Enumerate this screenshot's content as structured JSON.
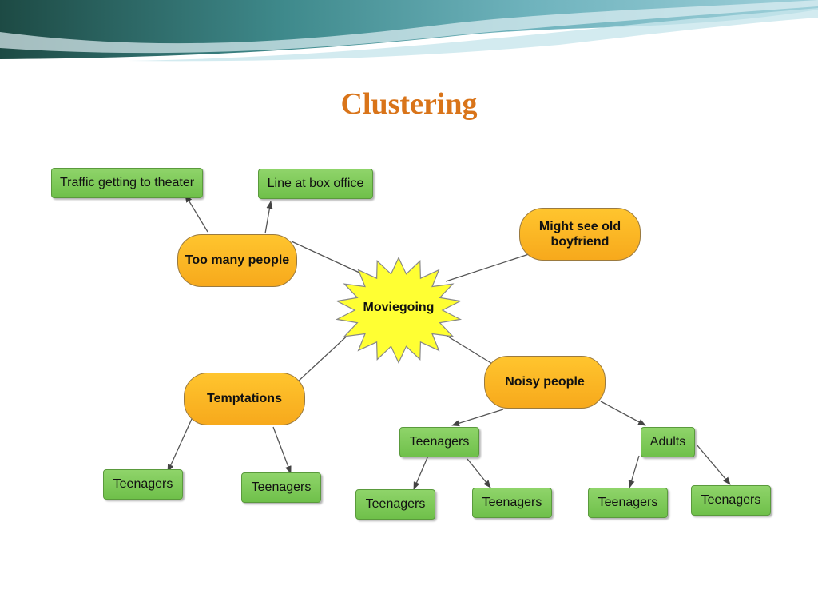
{
  "title": "Clustering",
  "center": {
    "label": "Moviegoing"
  },
  "clusters": {
    "too_many_people": "Too many people",
    "might_see": "Might see old boyfriend",
    "temptations": "Temptations",
    "noisy_people": "Noisy people"
  },
  "leaves": {
    "traffic": "Traffic getting to theater",
    "line": "Line at box office",
    "temptations_a": "Teenagers",
    "temptations_b": "Teenagers",
    "noisy_teenagers": "Teenagers",
    "noisy_adults": "Adults",
    "teen_a": "Teenagers",
    "teen_b": "Teenagers",
    "adult_a": "Teenagers",
    "adult_b": "Teenagers"
  },
  "colors": {
    "title": "#d97419",
    "cluster_fill": "#f9b323",
    "leaf_fill": "#7ccb57",
    "center_fill": "#ffff33"
  }
}
